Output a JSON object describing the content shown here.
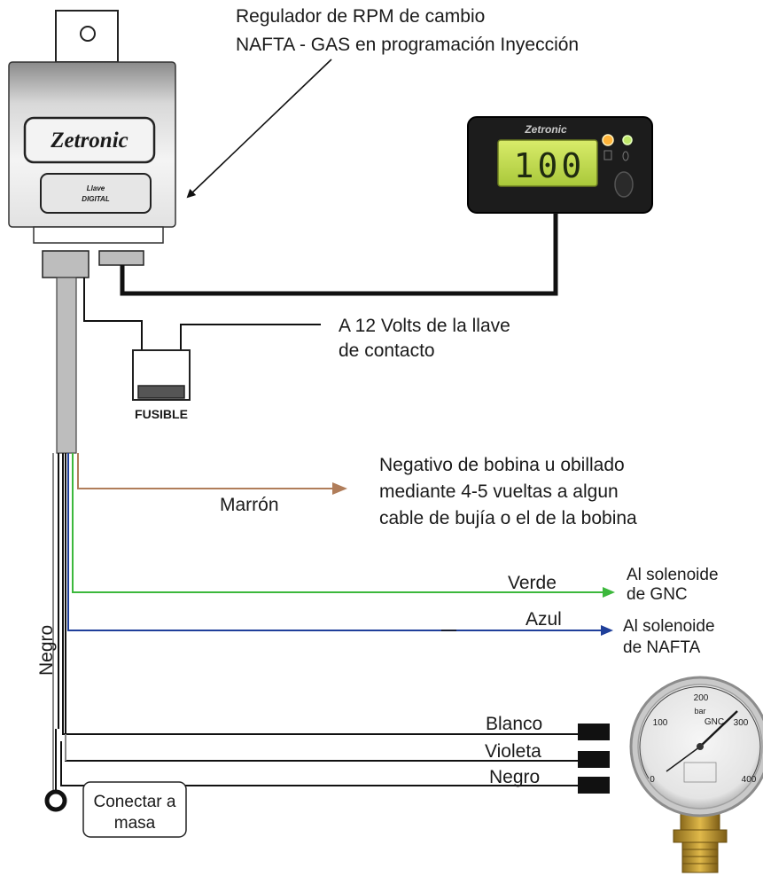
{
  "title": {
    "line1": "Regulador de RPM de cambio",
    "line2": "NAFTA - GAS en programación Inyección"
  },
  "module": {
    "brand": "Zetronic",
    "button_line1": "Llave",
    "button_line2": "DIGITAL"
  },
  "display": {
    "brand": "Zetronic",
    "reading": "100"
  },
  "ignition_note": {
    "line1": "A 12 Volts de la llave",
    "line2": "de contacto"
  },
  "fuse_label": "FUSIBLE",
  "coil_note": {
    "line1": "Negativo de bobina u obillado",
    "line2": "mediante 4-5 vueltas a algun",
    "line3": "cable de bujía o el de la bobina"
  },
  "wires": {
    "marron": "Marrón",
    "verde": "Verde",
    "azul": "Azul",
    "negro_vertical": "Negro",
    "blanco": "Blanco",
    "violeta": "Violeta",
    "negro": "Negro"
  },
  "gnc_target": {
    "line1": "Al solenoide",
    "line2": "de GNC"
  },
  "nafta_target": {
    "line1": "Al solenoide",
    "line2": "de NAFTA"
  },
  "ground": {
    "line1": "Conectar a",
    "line2": "masa"
  },
  "gauge": {
    "unit": "bar",
    "gas": "GNC",
    "ticks": [
      "0",
      "100",
      "200",
      "300",
      "400"
    ]
  },
  "colors": {
    "marron": "#b07d5a",
    "verde": "#3cb83c",
    "azul": "#1f3f9a",
    "cable": "#111111",
    "lcd": "#c8e04a"
  }
}
